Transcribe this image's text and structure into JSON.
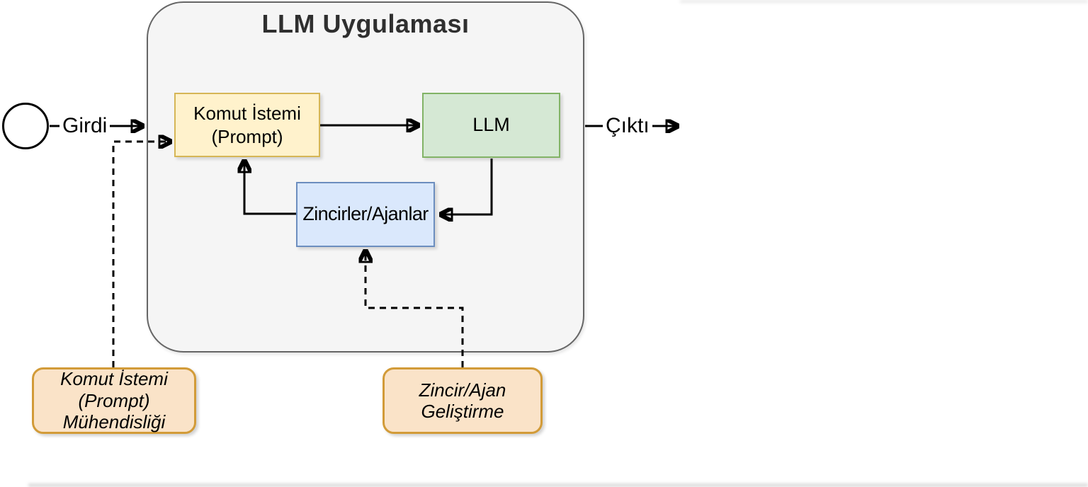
{
  "colors": {
    "canvas": "#FFFFFF",
    "text": "#000000",
    "title": "#2F2F2F",
    "edge": "#000000",
    "container-fill": "#F5F5F5",
    "container-border": "#666666",
    "yellow-fill": "#FFF2CC",
    "yellow-border": "#D6B656",
    "green-fill": "#D5E8D4",
    "green-border": "#82B366",
    "blue-fill": "#DAE8FC",
    "blue-border": "#6C8EBF",
    "note-fill": "#FAE3C8",
    "note-border": "#D29B38"
  },
  "container": {
    "title": "LLM Uygulaması"
  },
  "nodes": {
    "input_label": "Girdi",
    "output_label": "Çıktı",
    "prompt": "Komut İstemi\n(Prompt)",
    "llm": "LLM",
    "chains": "Zincirler/Ajanlar"
  },
  "notes": {
    "prompt_engineering": "Komut İstemi\n(Prompt)\nMühendisliği",
    "chain_agent_dev": "Zincir/Ajan\nGeliştirme"
  }
}
